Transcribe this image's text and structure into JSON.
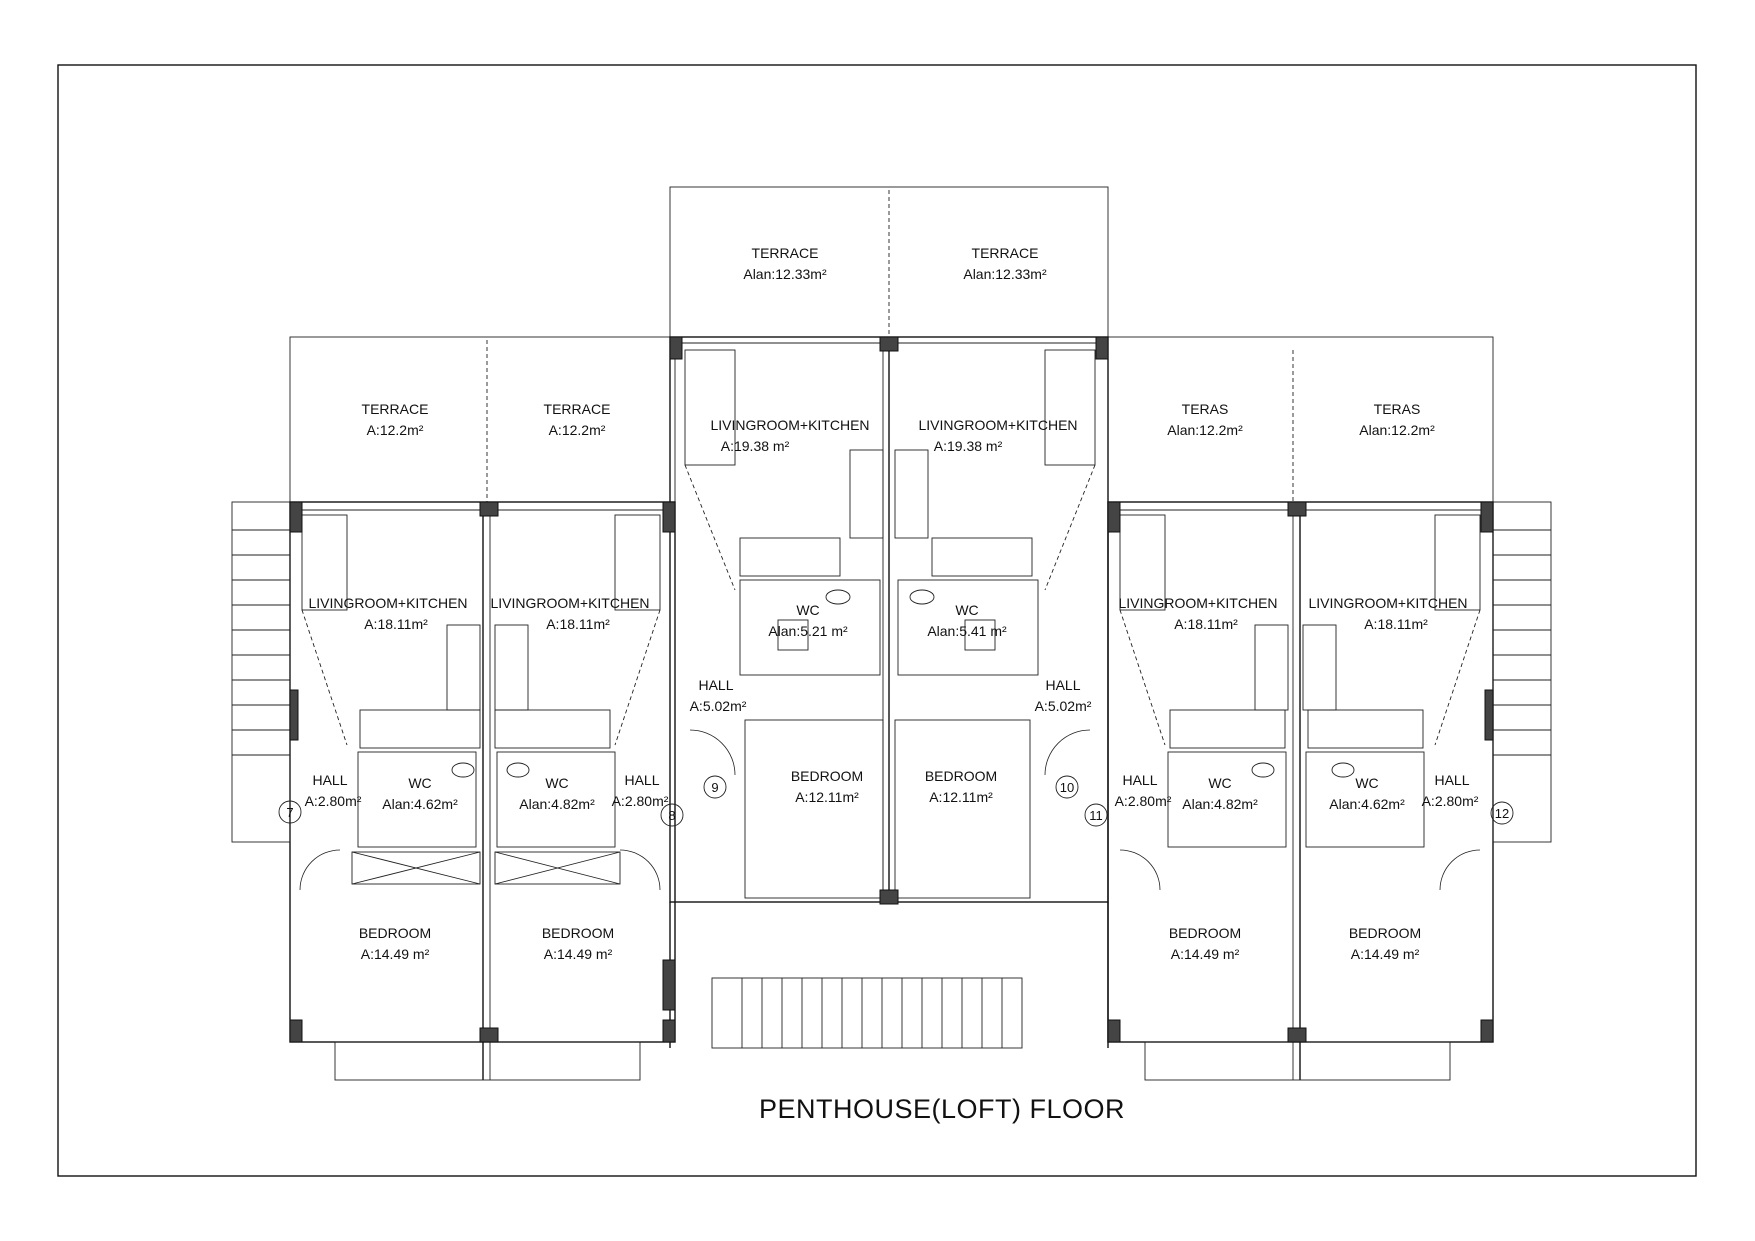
{
  "drawing": {
    "title": "PENTHOUSE(LOFT) FLOOR"
  },
  "unit_numbers": [
    "7",
    "8",
    "9",
    "10",
    "11",
    "12"
  ],
  "rooms": [
    {
      "id": "terrace-c1",
      "name": "TERRACE",
      "area": "Alan:12.33m²"
    },
    {
      "id": "terrace-c2",
      "name": "TERRACE",
      "area": "Alan:12.33m²"
    },
    {
      "id": "terrace-l1",
      "name": "TERRACE",
      "area": "A:12.2m²"
    },
    {
      "id": "terrace-l2",
      "name": "TERRACE",
      "area": "A:12.2m²"
    },
    {
      "id": "teras-r1",
      "name": "TERAS",
      "area": "Alan:12.2m²"
    },
    {
      "id": "teras-r2",
      "name": "TERAS",
      "area": "Alan:12.2m²"
    },
    {
      "id": "living-c1",
      "name": "LIVINGROOM+KITCHEN",
      "area": "A:19.38 m²"
    },
    {
      "id": "living-c2",
      "name": "LIVINGROOM+KITCHEN",
      "area": "A:19.38 m²"
    },
    {
      "id": "living-l1",
      "name": "LIVINGROOM+KITCHEN",
      "area": "A:18.11m²"
    },
    {
      "id": "living-l2",
      "name": "LIVINGROOM+KITCHEN",
      "area": "A:18.11m²"
    },
    {
      "id": "living-r1",
      "name": "LIVINGROOM+KITCHEN",
      "area": "A:18.11m²"
    },
    {
      "id": "living-r2",
      "name": "LIVINGROOM+KITCHEN",
      "area": "A:18.11m²"
    },
    {
      "id": "wc-c1",
      "name": "WC",
      "area": "Alan:5.21 m²"
    },
    {
      "id": "wc-c2",
      "name": "WC",
      "area": "Alan:5.41 m²"
    },
    {
      "id": "wc-l1",
      "name": "WC",
      "area": "Alan:4.62m²"
    },
    {
      "id": "wc-l2",
      "name": "WC",
      "area": "Alan:4.82m²"
    },
    {
      "id": "wc-r1",
      "name": "WC",
      "area": "Alan:4.82m²"
    },
    {
      "id": "wc-r2",
      "name": "WC",
      "area": "Alan:4.62m²"
    },
    {
      "id": "hall-c1",
      "name": "HALL",
      "area": "A:5.02m²"
    },
    {
      "id": "hall-c2",
      "name": "HALL",
      "area": "A:5.02m²"
    },
    {
      "id": "hall-l1",
      "name": "HALL",
      "area": "A:2.80m²"
    },
    {
      "id": "hall-l2",
      "name": "HALL",
      "area": "A:2.80m²"
    },
    {
      "id": "hall-r1",
      "name": "HALL",
      "area": "A:2.80m²"
    },
    {
      "id": "hall-r2",
      "name": "HALL",
      "area": "A:2.80m²"
    },
    {
      "id": "bed-c1",
      "name": "BEDROOM",
      "area": "A:12.11m²"
    },
    {
      "id": "bed-c2",
      "name": "BEDROOM",
      "area": "A:12.11m²"
    },
    {
      "id": "bed-l1",
      "name": "BEDROOM",
      "area": "A:14.49 m²"
    },
    {
      "id": "bed-l2",
      "name": "BEDROOM",
      "area": "A:14.49 m²"
    },
    {
      "id": "bed-r1",
      "name": "BEDROOM",
      "area": "A:14.49 m²"
    },
    {
      "id": "bed-r2",
      "name": "BEDROOM",
      "area": "A:14.49 m²"
    }
  ]
}
